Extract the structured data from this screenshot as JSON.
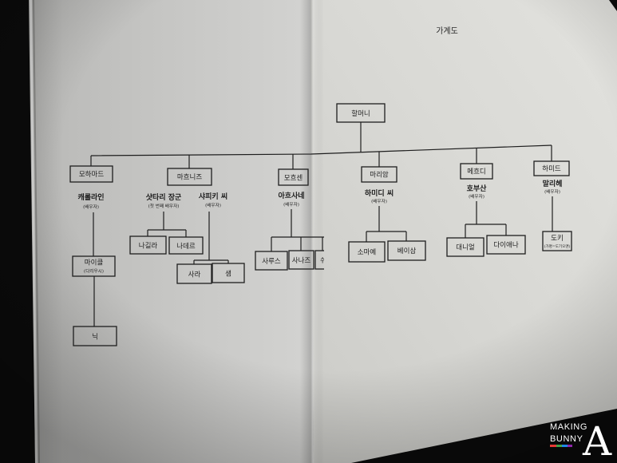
{
  "page": {
    "title": "가계도"
  },
  "tree": {
    "root": "할머니",
    "children": [
      {
        "name": "모하마드",
        "spouses": [
          {
            "name": "캐롤라인",
            "note": "(배우자)",
            "children": [
              {
                "name": "마이클",
                "note": "(다리우시)",
                "children": [
                  {
                    "name": "닉"
                  }
                ]
              }
            ]
          }
        ]
      },
      {
        "name": "마흐니즈",
        "spouses": [
          {
            "name": "샷타리 장군",
            "note": "(첫 번째 배우자)",
            "children": [
              {
                "name": "나길라"
              },
              {
                "name": "나데르"
              }
            ]
          },
          {
            "name": "샤피키 씨",
            "note": "(배우자)",
            "children": [
              {
                "name": "사라"
              },
              {
                "name": "샘"
              }
            ]
          }
        ]
      },
      {
        "name": "모흐센",
        "spouses": [
          {
            "name": "아흐사네",
            "note": "(배우자)",
            "children": [
              {
                "name": "사루스"
              },
              {
                "name": "사나즈"
              },
              {
                "name": "쉬한"
              }
            ]
          }
        ]
      },
      {
        "name": "마리암",
        "spouses": [
          {
            "name": "하미디 씨",
            "note": "(배우자)",
            "children": [
              {
                "name": "소마예"
              },
              {
                "name": "베이삼"
              }
            ]
          }
        ]
      },
      {
        "name": "메흐디",
        "spouses": [
          {
            "name": "호부산",
            "note": "(배우자)",
            "children": [
              {
                "name": "대니얼"
              },
              {
                "name": "다이애나"
              }
            ]
          }
        ]
      },
      {
        "name": "하미드",
        "spouses": [
          {
            "name": "말리헤",
            "note": "(배우자)",
            "children": [
              {
                "name": "도키",
                "note": "(가명=도기오맨)"
              }
            ]
          }
        ]
      }
    ]
  },
  "watermark": {
    "line1": "MAKING",
    "line2": "BUNNY",
    "mark": "A"
  },
  "colors": {
    "ink": "#1e1e1e",
    "background": "#0b0b0b",
    "page": "#d9d9d5"
  }
}
